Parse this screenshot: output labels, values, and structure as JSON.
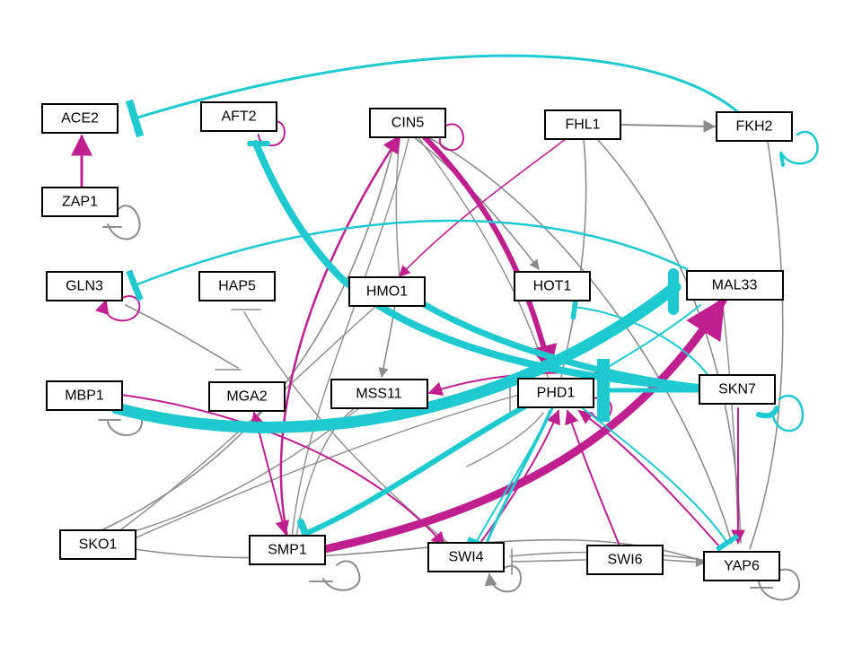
{
  "colors": {
    "activation": "#bf1f8f",
    "repression": "#1ecad0",
    "neutral": "#8c8c8c"
  },
  "nodes": {
    "ACE2": "ACE2",
    "ZAP1": "ZAP1",
    "AFT2": "AFT2",
    "CIN5": "CIN5",
    "FHL1": "FHL1",
    "FKH2": "FKH2",
    "GLN3": "GLN3",
    "HAP5": "HAP5",
    "HMO1": "HMO1",
    "HOT1": "HOT1",
    "MAL33": "MAL33",
    "MBP1": "MBP1",
    "MGA2": "MGA2",
    "MSS11": "MSS11",
    "PHD1": "PHD1",
    "SKN7": "SKN7",
    "SKO1": "SKO1",
    "SMP1": "SMP1",
    "SWI4": "SWI4",
    "SWI6": "SWI6",
    "YAP6": "YAP6"
  },
  "edges": [
    {
      "from": "ZAP1",
      "to": "ACE2",
      "type": "activation",
      "weight": "thick"
    },
    {
      "from": "FKH2",
      "to": "ACE2",
      "type": "repression",
      "weight": "normal"
    },
    {
      "from": "HMO1",
      "to": "AFT2",
      "type": "repression",
      "weight": "heavy"
    },
    {
      "from": "MAL33",
      "to": "GLN3",
      "type": "repression",
      "weight": "normal"
    },
    {
      "from": "FHL1",
      "to": "FKH2",
      "type": "neutral",
      "weight": "normal"
    },
    {
      "from": "FHL1",
      "to": "HMO1",
      "type": "activation",
      "weight": "normal"
    },
    {
      "from": "CIN5",
      "to": "PHD1",
      "type": "activation",
      "weight": "heavy"
    },
    {
      "from": "CIN5",
      "to": "HOT1",
      "type": "neutral",
      "weight": "normal"
    },
    {
      "from": "HMO1",
      "to": "MSS11",
      "type": "neutral",
      "weight": "normal"
    },
    {
      "from": "MBP1",
      "to": "MAL33",
      "type": "repression",
      "weight": "heavy"
    },
    {
      "from": "SMP1",
      "to": "MAL33",
      "type": "activation",
      "weight": "heavy"
    },
    {
      "from": "PHD1",
      "to": "SMP1",
      "type": "repression",
      "weight": "heavy"
    },
    {
      "from": "SKN7",
      "to": "HMO1",
      "type": "repression",
      "weight": "heavy"
    },
    {
      "from": "PHD1",
      "to": "MSS11",
      "type": "activation",
      "weight": "normal"
    },
    {
      "from": "SMP1",
      "to": "CIN5",
      "type": "activation",
      "weight": "normal"
    },
    {
      "from": "MBP1",
      "to": "SWI4",
      "type": "activation",
      "weight": "normal"
    },
    {
      "from": "MGA2",
      "to": "SMP1",
      "type": "activation",
      "weight": "normal"
    },
    {
      "from": "SWI6",
      "to": "PHD1",
      "type": "activation",
      "weight": "normal"
    },
    {
      "from": "SWI6",
      "to": "SWI4",
      "type": "neutral",
      "weight": "normal"
    },
    {
      "from": "SWI6",
      "to": "YAP6",
      "type": "neutral",
      "weight": "normal"
    },
    {
      "from": "SKN7",
      "to": "YAP6",
      "type": "activation",
      "weight": "normal"
    },
    {
      "from": "SKN7",
      "to": "HOT1",
      "type": "repression",
      "weight": "normal"
    },
    {
      "from": "PHD1",
      "to": "SWI4",
      "type": "repression",
      "weight": "normal"
    },
    {
      "from": "YAP6",
      "to": "PHD1",
      "type": "activation",
      "weight": "normal"
    },
    {
      "from": "SKO1",
      "to": "CIN5",
      "type": "neutral",
      "weight": "normal"
    },
    {
      "from": "SKO1",
      "to": "YAP6",
      "type": "neutral",
      "weight": "normal"
    },
    {
      "from": "HAP5",
      "to": "SWI4",
      "type": "neutral",
      "weight": "normal"
    },
    {
      "from": "GLN3",
      "to": "MGA2",
      "type": "neutral",
      "weight": "normal"
    },
    {
      "from": "FHL1",
      "to": "PHD1",
      "type": "neutral",
      "weight": "normal"
    },
    {
      "from": "FKH2",
      "to": "YAP6",
      "type": "neutral",
      "weight": "normal"
    },
    {
      "from": "CIN5",
      "to": "YAP6",
      "type": "neutral",
      "weight": "normal"
    }
  ]
}
